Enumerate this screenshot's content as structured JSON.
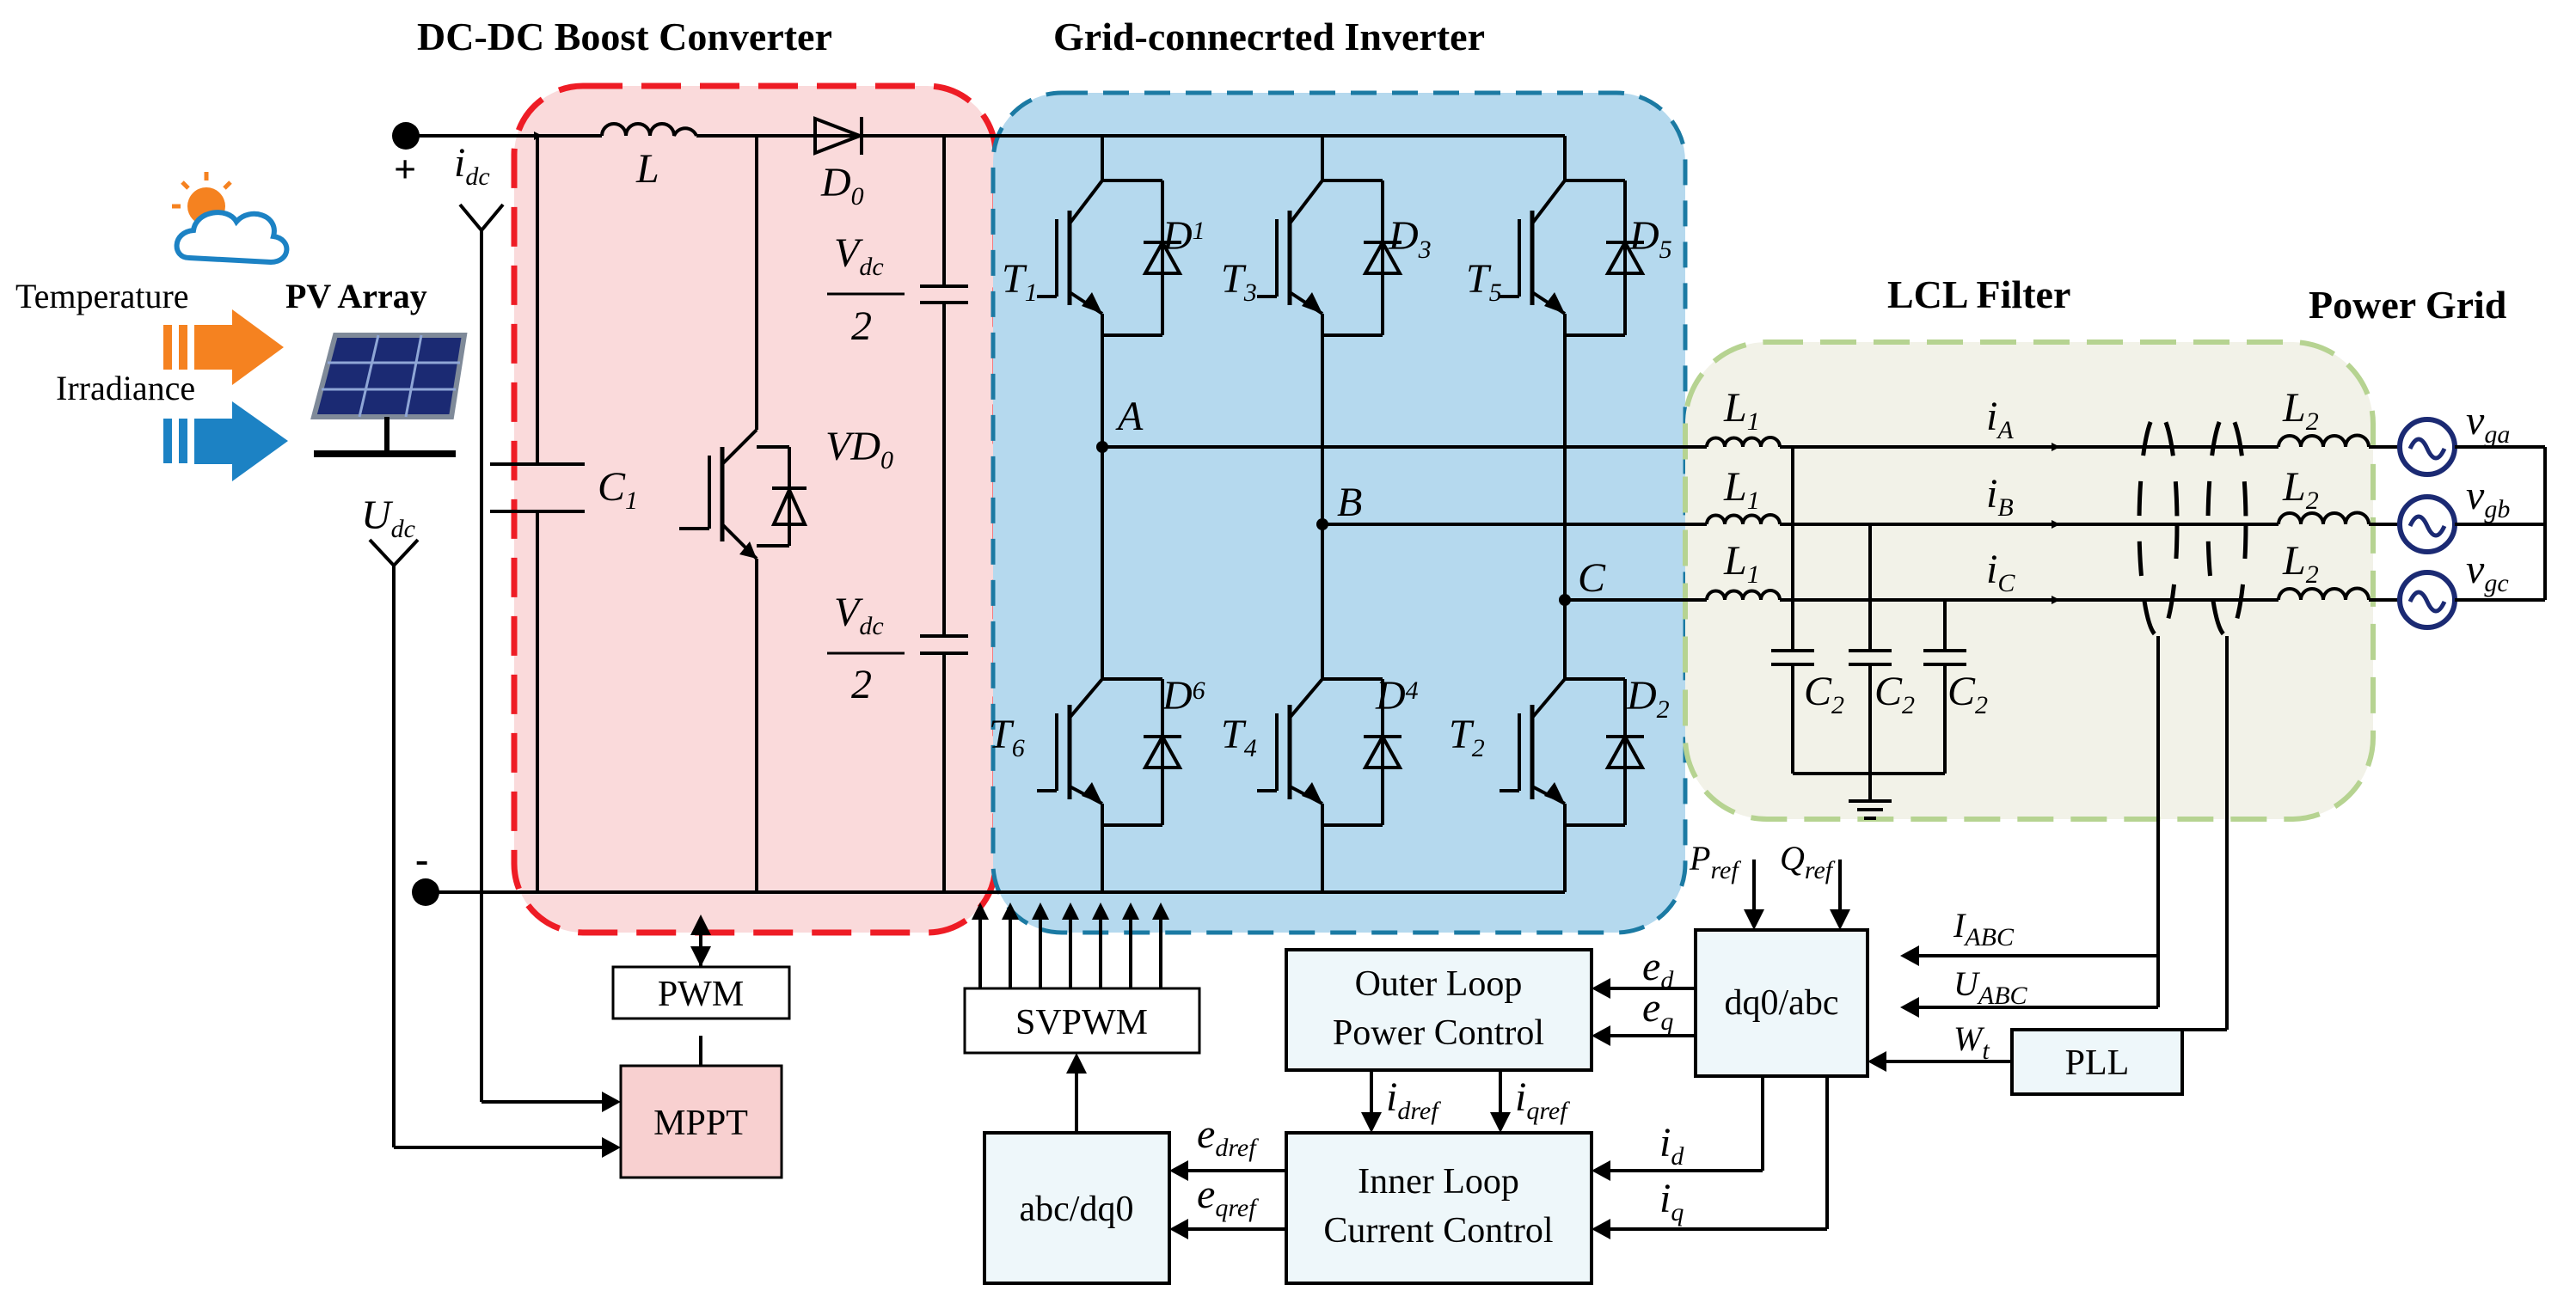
{
  "titles": {
    "boost": "DC-DC Boost Converter",
    "inverter": "Grid-connecrted Inverter",
    "lcl": "LCL Filter",
    "grid": "Power Grid",
    "pv": "PV Array"
  },
  "inputs": {
    "temperature": "Temperature",
    "irradiance": "Irradiance"
  },
  "terminals": {
    "plus": "+",
    "minus": "-"
  },
  "components": {
    "L": "L",
    "D0": {
      "main": "D",
      "sub": "0"
    },
    "C1": {
      "main": "C",
      "sub": "1"
    },
    "VD0": {
      "main": "VD",
      "sub": "0"
    },
    "vdc_top": {
      "main": "V",
      "sub": "dc",
      "den": "2"
    },
    "vdc_bot": {
      "main": "V",
      "sub": "dc",
      "den": "2"
    },
    "idc": {
      "main": "i",
      "sub": "dc"
    },
    "udc": {
      "main": "U",
      "sub": "dc"
    },
    "T1": {
      "main": "T",
      "sub": "1"
    },
    "T3": {
      "main": "T",
      "sub": "3"
    },
    "T5": {
      "main": "T",
      "sub": "5"
    },
    "T6": {
      "main": "T",
      "sub": "6"
    },
    "T4": {
      "main": "T",
      "sub": "4"
    },
    "T2": {
      "main": "T",
      "sub": "2"
    },
    "D1": {
      "main": "D",
      "sub": "1"
    },
    "D3": {
      "main": "D",
      "sub": "3"
    },
    "D5": {
      "main": "D",
      "sub": "5"
    },
    "D6": {
      "main": "D",
      "sub": "6"
    },
    "D4": {
      "main": "D",
      "sub": "4"
    },
    "D2": {
      "main": "D",
      "sub": "2"
    },
    "nodeA": "A",
    "nodeB": "B",
    "nodeC": "C",
    "L1": {
      "main": "L",
      "sub": "1"
    },
    "L2": {
      "main": "L",
      "sub": "2"
    },
    "C2": {
      "main": "C",
      "sub": "2"
    },
    "iA": {
      "main": "i",
      "sub": "A"
    },
    "iB": {
      "main": "i",
      "sub": "B"
    },
    "iC": {
      "main": "i",
      "sub": "C"
    },
    "vga": {
      "main": "v",
      "sub": "ga"
    },
    "vgb": {
      "main": "v",
      "sub": "gb"
    },
    "vgc": {
      "main": "v",
      "sub": "gc"
    }
  },
  "blocks": {
    "pwm": "PWM",
    "mppt": "MPPT",
    "svpwm": "SVPWM",
    "outer1": "Outer Loop",
    "outer2": "Power Control",
    "inner1": "Inner Loop",
    "inner2": "Current Control",
    "dq0abc": "dq0/abc",
    "abcdq0": "abc/dq0",
    "pll": "PLL"
  },
  "signals": {
    "pref": {
      "main": "P",
      "sub": "ref"
    },
    "qref": {
      "main": "Q",
      "sub": "ref"
    },
    "ed": {
      "main": "e",
      "sub": "d"
    },
    "eq": {
      "main": "e",
      "sub": "q"
    },
    "iabc": {
      "main": "I",
      "sub": "ABC"
    },
    "uabc": {
      "main": "U",
      "sub": "ABC"
    },
    "wt": {
      "main": "W",
      "sub": "t"
    },
    "idref": {
      "main": "i",
      "sub": "dref"
    },
    "iqref": {
      "main": "i",
      "sub": "qref"
    },
    "edref": {
      "main": "e",
      "sub": "dref"
    },
    "eqref": {
      "main": "e",
      "sub": "qref"
    },
    "id": {
      "main": "i",
      "sub": "d"
    },
    "iq": {
      "main": "i",
      "sub": "q"
    }
  },
  "colors": {
    "boost_fill": "#fadadb",
    "boost_border": "#ee1c25",
    "inverter_fill": "#b5d9ee",
    "inverter_border": "#1b7aa3",
    "lcl_fill": "#f2f2e8",
    "lcl_border": "#b6d391",
    "block_fill": "#eef7fa",
    "mppt_fill": "#f8d0d0",
    "orange": "#f58220",
    "blue": "#1c82c4",
    "source": "#1b2a73"
  }
}
